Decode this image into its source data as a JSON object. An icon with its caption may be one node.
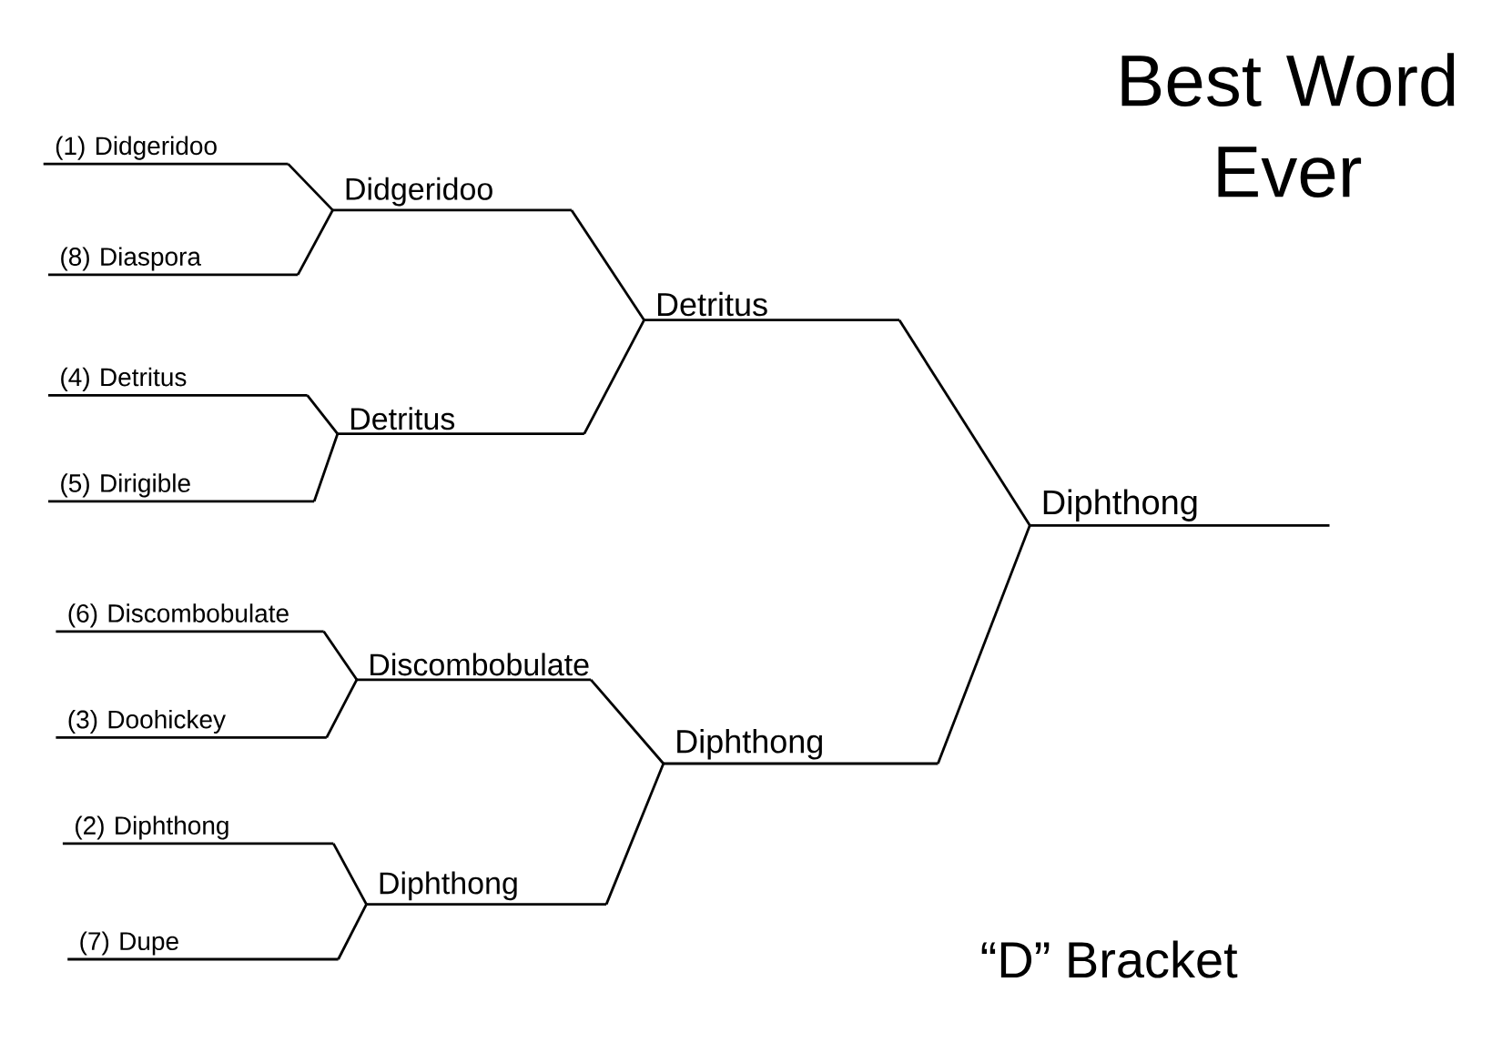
{
  "diagram": {
    "title": "Best Word Ever",
    "nodes": [
      {
        "text": [
          "(1) Didgeridoo"
        ]
      },
      {
        "text": [
          "(8) Diaspora"
        ]
      },
      {
        "text": [
          "(4) Detritus"
        ]
      },
      {
        "text": [
          "(5) Dirigible"
        ]
      },
      {
        "text": [
          "(6) Discombobulate"
        ]
      },
      {
        "text": [
          "(3) Doohickey"
        ]
      },
      {
        "text": [
          "(2) Diphthong"
        ]
      },
      {
        "text": [
          "(7) Dupe"
        ]
      },
      {
        "text": [
          "Didgeridoo"
        ]
      },
      {
        "text": [
          "Detritus"
        ]
      },
      {
        "text": [
          "Discombobulate"
        ]
      },
      {
        "text": [
          "Diphthong"
        ]
      },
      {
        "text": [
          "Detritus"
        ]
      },
      {
        "text": [
          "Diphthong"
        ]
      },
      {
        "text": [
          "Diphthong"
        ]
      }
    ],
    "edges": [
      {
        "from": 0,
        "to": 8,
        "arrow": "none"
      },
      {
        "from": 1,
        "to": 8,
        "arrow": "none"
      },
      {
        "from": 2,
        "to": 9,
        "arrow": "none"
      },
      {
        "from": 3,
        "to": 9,
        "arrow": "none"
      },
      {
        "from": 4,
        "to": 10,
        "arrow": "none"
      },
      {
        "from": 5,
        "to": 10,
        "arrow": "none"
      },
      {
        "from": 6,
        "to": 11,
        "arrow": "none"
      },
      {
        "from": 7,
        "to": 11,
        "arrow": "none"
      },
      {
        "from": 8,
        "to": 12,
        "arrow": "none"
      },
      {
        "from": 9,
        "to": 12,
        "arrow": "none"
      },
      {
        "from": 10,
        "to": 13,
        "arrow": "none"
      },
      {
        "from": 11,
        "to": 13,
        "arrow": "none"
      },
      {
        "from": 12,
        "to": 14,
        "arrow": "none"
      },
      {
        "from": 13,
        "to": 14,
        "arrow": "none"
      }
    ],
    "labels": [
      "“D” Bracket"
    ]
  }
}
